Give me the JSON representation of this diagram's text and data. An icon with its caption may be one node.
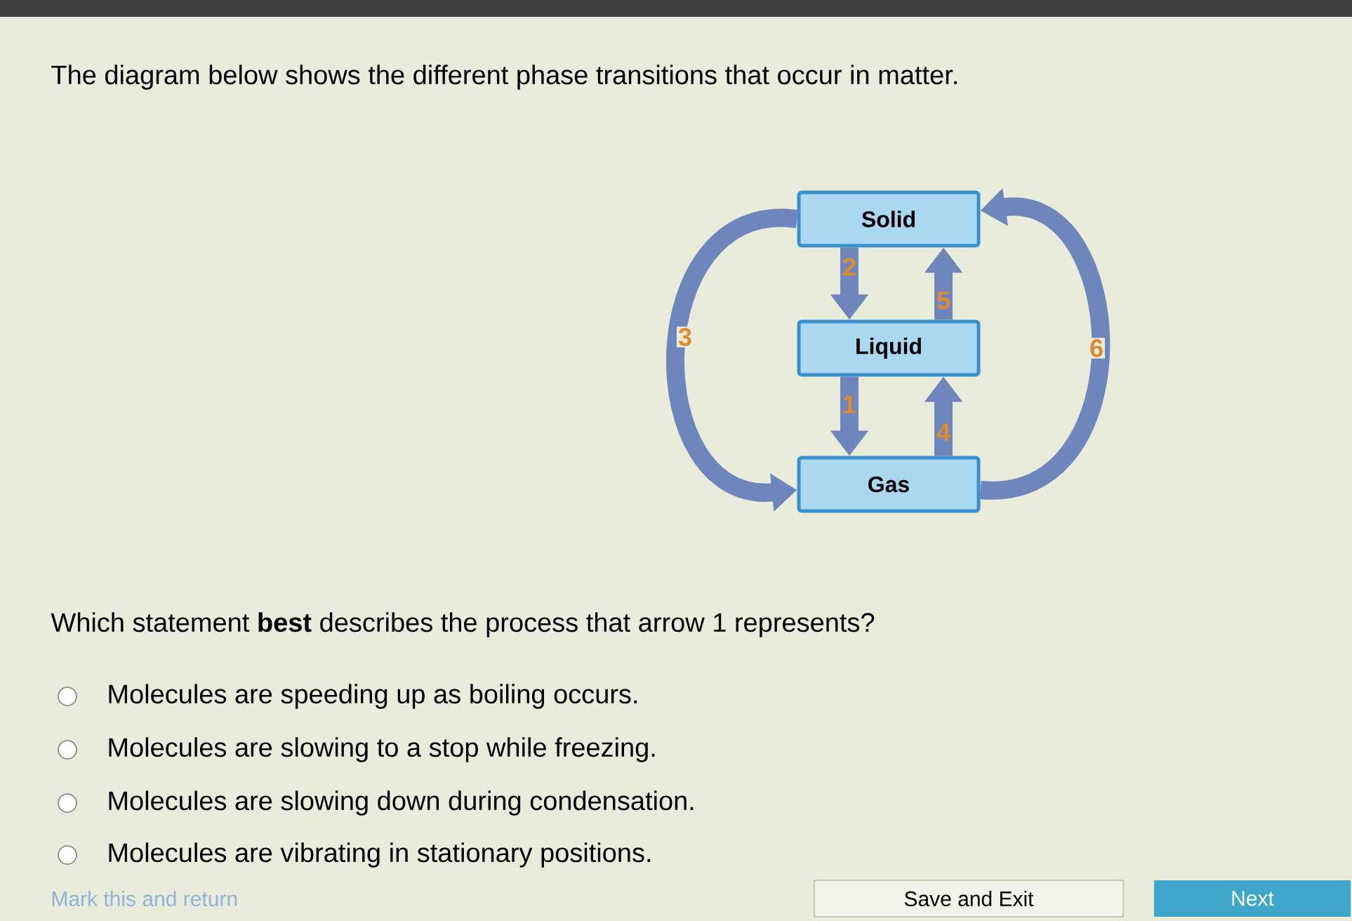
{
  "diagram": {
    "title": "The diagram below shows the different phase transitions that occur in matter.",
    "nodes": [
      {
        "text": [
          "Solid"
        ]
      },
      {
        "text": [
          "Liquid"
        ]
      },
      {
        "text": [
          "Gas"
        ]
      }
    ],
    "edges": [
      {
        "from": 1,
        "to": 2,
        "arrow": "to",
        "label": "1"
      },
      {
        "from": 0,
        "to": 1,
        "arrow": "to",
        "label": "2"
      },
      {
        "from": 0,
        "to": 2,
        "arrow": "to",
        "label": "3"
      },
      {
        "from": 2,
        "to": 1,
        "arrow": "to",
        "label": "4"
      },
      {
        "from": 1,
        "to": 0,
        "arrow": "to",
        "label": "5"
      },
      {
        "from": 2,
        "to": 0,
        "arrow": "to",
        "label": "6"
      }
    ],
    "labels": [
      "Which statement **best** describes the process that arrow 1 represents?",
      "Molecules are speeding up as boiling occurs.",
      "Molecules are slowing to a stop while freezing.",
      "Molecules are slowing down during condensation.",
      "Molecules are vibrating in stationary positions.",
      "Mark this and return",
      "Save and Exit",
      "Next"
    ]
  }
}
